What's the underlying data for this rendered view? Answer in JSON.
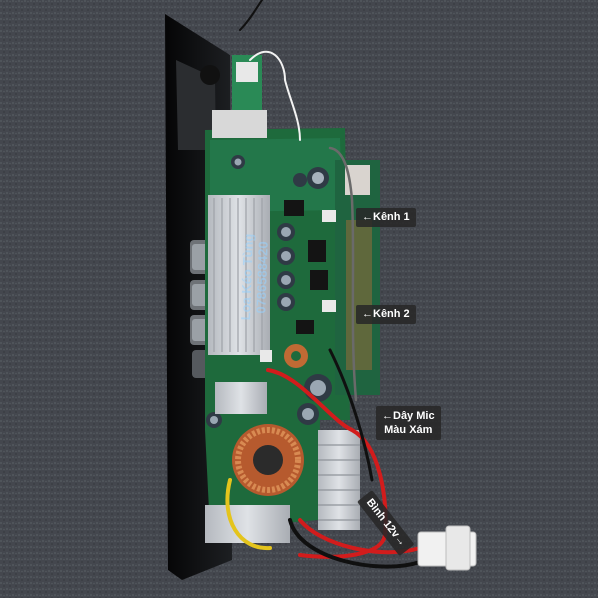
{
  "labels": {
    "channel1": "←Kênh 1",
    "channel2": "←Kênh 2",
    "mic_wire": "←Dây Mic\nMàu Xám",
    "battery": "Bình 12v→"
  },
  "watermark": "Loa Kéo Tùng\n0786588420",
  "colors": {
    "carpet": "#4a4e55",
    "pcb": "#1e6a3c",
    "heatsink": "#c9ccd1",
    "panel": "#111214",
    "wire_red": "#d21c1c",
    "wire_yellow": "#e4c41c"
  }
}
